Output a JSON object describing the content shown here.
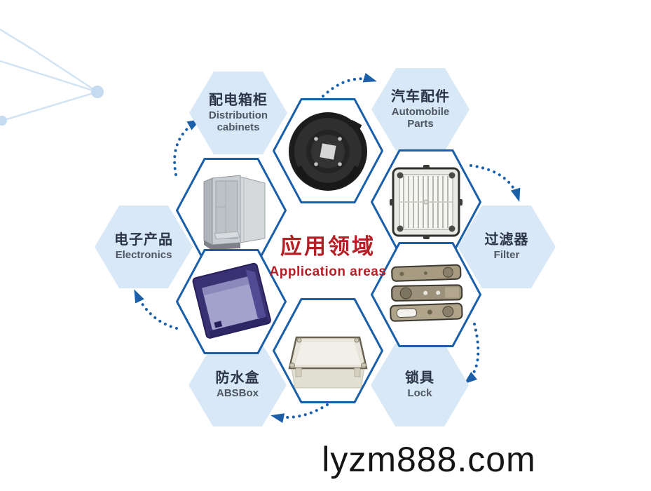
{
  "title": {
    "zh": "应用领域",
    "en": "Application areas"
  },
  "watermark": "lyzm888.com",
  "nodes": {
    "distribution": {
      "zh": "配电箱柜",
      "en": "Distribution cabinets"
    },
    "automobile": {
      "zh": "汽车配件",
      "en": "Automobile Parts"
    },
    "electronics": {
      "zh": "电子产品",
      "en": "Electronics"
    },
    "filter": {
      "zh": "过滤器",
      "en": "Filter"
    },
    "absbox": {
      "zh": "防水盒",
      "en": "ABSBox"
    },
    "lock": {
      "zh": "锁具",
      "en": "Lock"
    }
  },
  "photos": {
    "brake_plate": "black automobile brake backing plate",
    "cabinet": "gray distribution cabinet with open door",
    "filter_grid": "square filter grille",
    "lock_plates": "three die-cast lock plates",
    "purple_box": "purple plastic junction box",
    "abs_box": "beige ABS waterproof box"
  },
  "colors": {
    "accent_blue": "#1b5fa9",
    "label_hex_fill": "#d9e8f6",
    "title_red": "#b41e24",
    "network_decor": "#d2e3f4"
  }
}
